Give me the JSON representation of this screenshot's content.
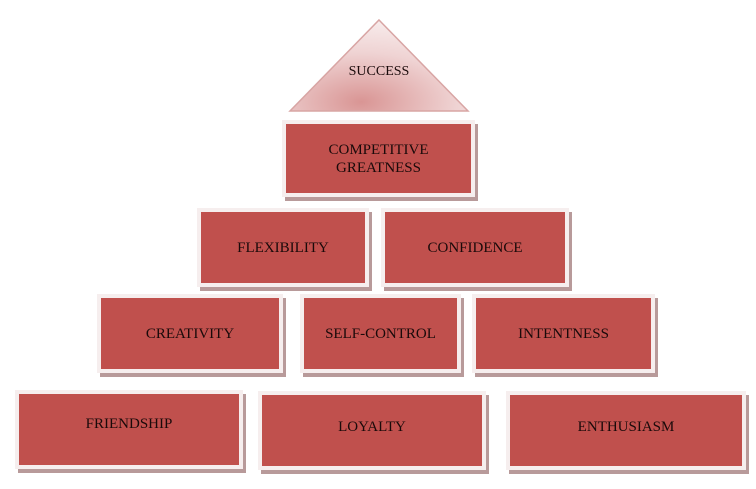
{
  "apex": {
    "label": "SUCCESS"
  },
  "rows": {
    "row1": [
      "COMPETITIVE GREATNESS"
    ],
    "row2": [
      "FLEXIBILITY",
      "CONFIDENCE"
    ],
    "row3": [
      "CREATIVITY",
      "SELF-CONTROL",
      "INTENTNESS"
    ],
    "row4": [
      "FRIENDSHIP",
      "LOYALTY",
      "ENTHUSIASM"
    ]
  },
  "colors": {
    "block": "#c0504d",
    "apex": "#e6b8b7",
    "border": "#f6eeee"
  }
}
